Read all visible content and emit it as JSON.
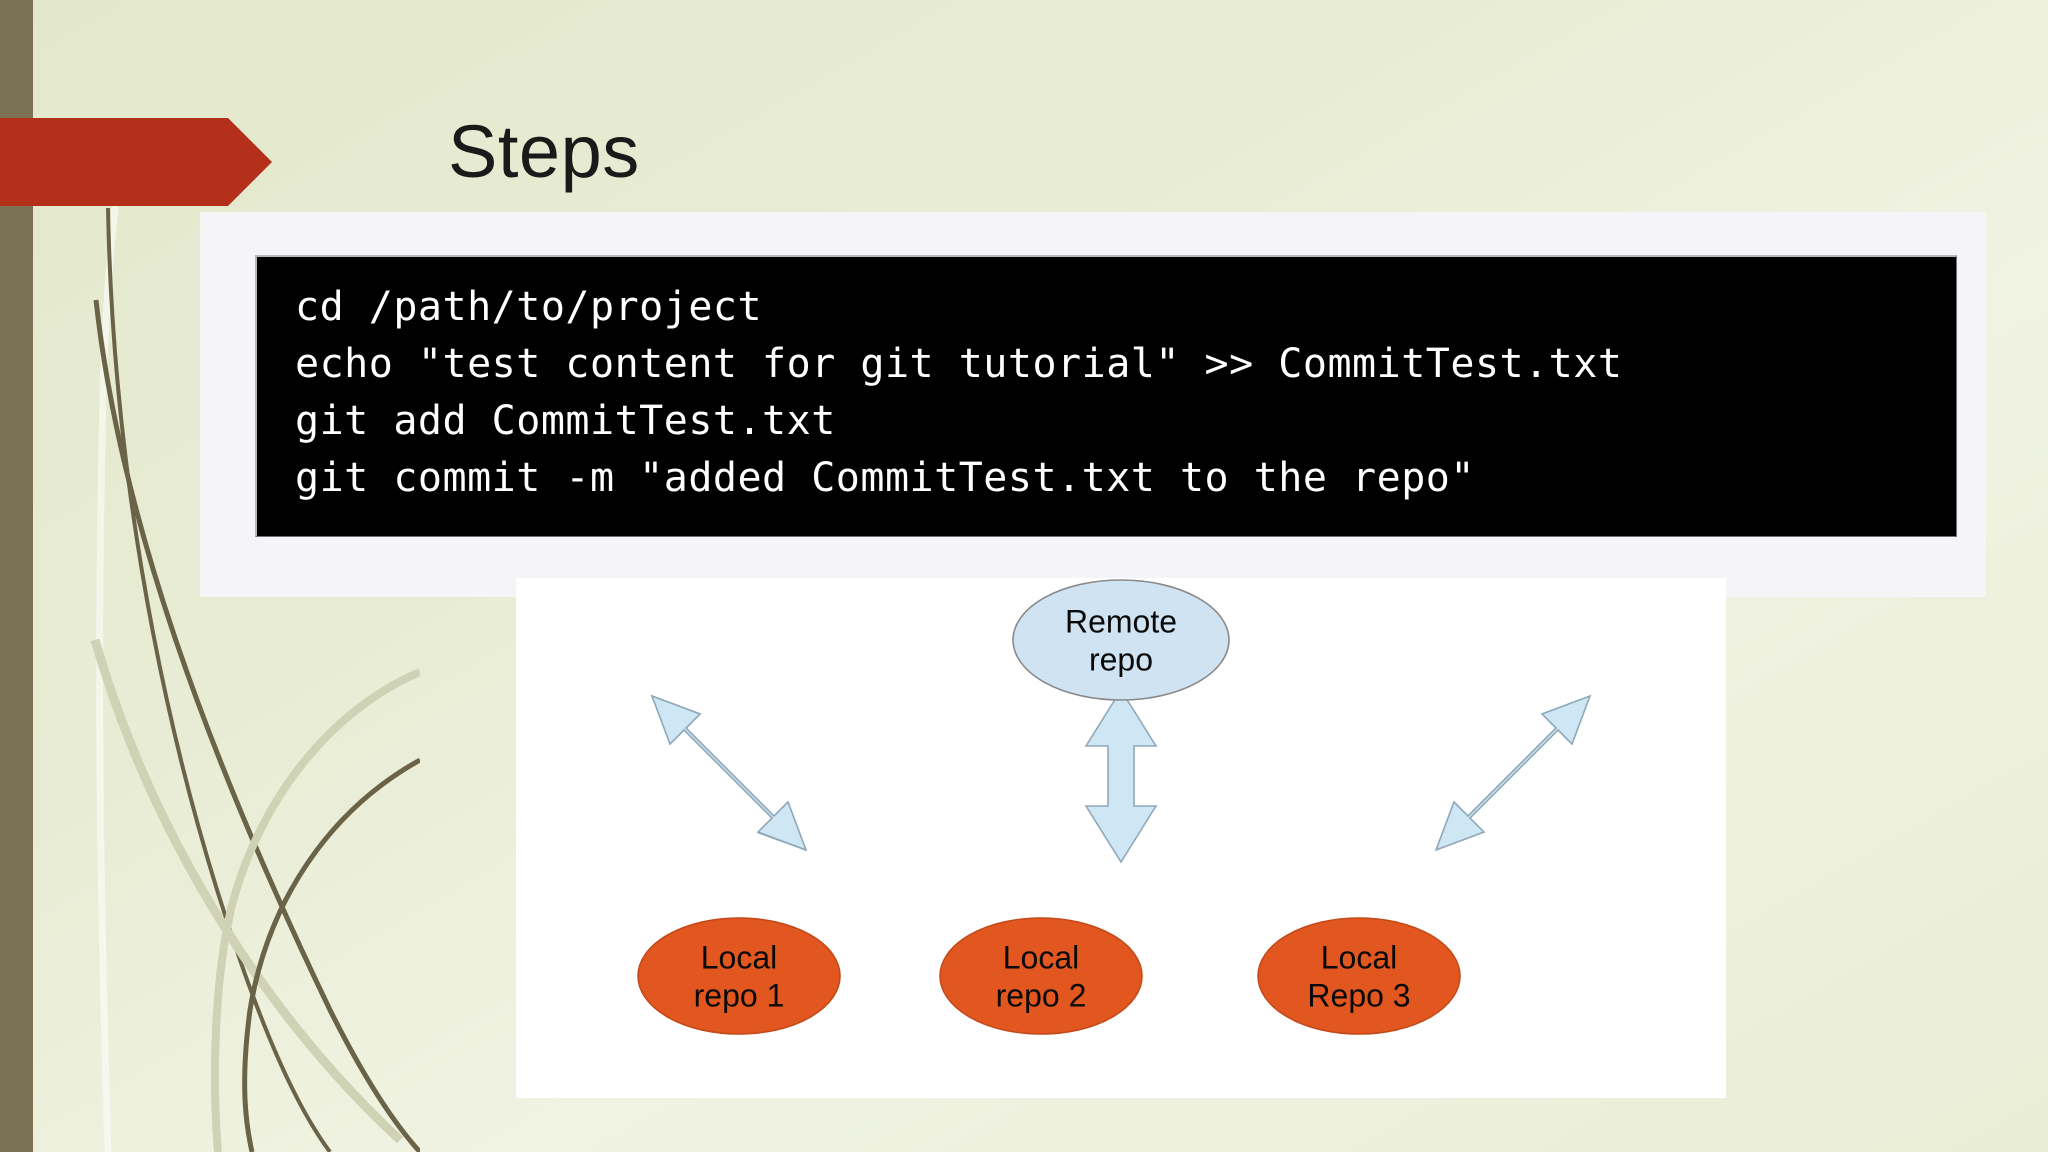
{
  "slide": {
    "title": "Steps",
    "background_color": "#e6ead0",
    "accent_color": "#b5301a",
    "sidebar_color": "#7b7253"
  },
  "terminal": {
    "background_color": "#000000",
    "text_color": "#ffffff",
    "lines": [
      "cd /path/to/project",
      "echo \"test content for git tutorial\" >> CommitTest.txt",
      "git add CommitTest.txt",
      "git commit -m \"added CommitTest.txt to the repo\""
    ]
  },
  "diagram": {
    "background_color": "#ffffff",
    "remote": {
      "label_line1": "Remote",
      "label_line2": "repo",
      "fill_color": "#cfe3f2",
      "stroke_color": "#8a8a8a"
    },
    "locals": [
      {
        "label_line1": "Local",
        "label_line2": "repo 1",
        "fill_color": "#e2561f",
        "stroke_color": "#c44a1a"
      },
      {
        "label_line1": "Local",
        "label_line2": "repo 2",
        "fill_color": "#e2561f",
        "stroke_color": "#c44a1a"
      },
      {
        "label_line1": "Local",
        "label_line2": "Repo 3",
        "fill_color": "#e2561f",
        "stroke_color": "#c44a1a"
      }
    ],
    "arrows": {
      "fill_color": "#cfe6f5",
      "stroke_color": "#8fa8b8",
      "count": 3,
      "style": "double-headed"
    }
  }
}
